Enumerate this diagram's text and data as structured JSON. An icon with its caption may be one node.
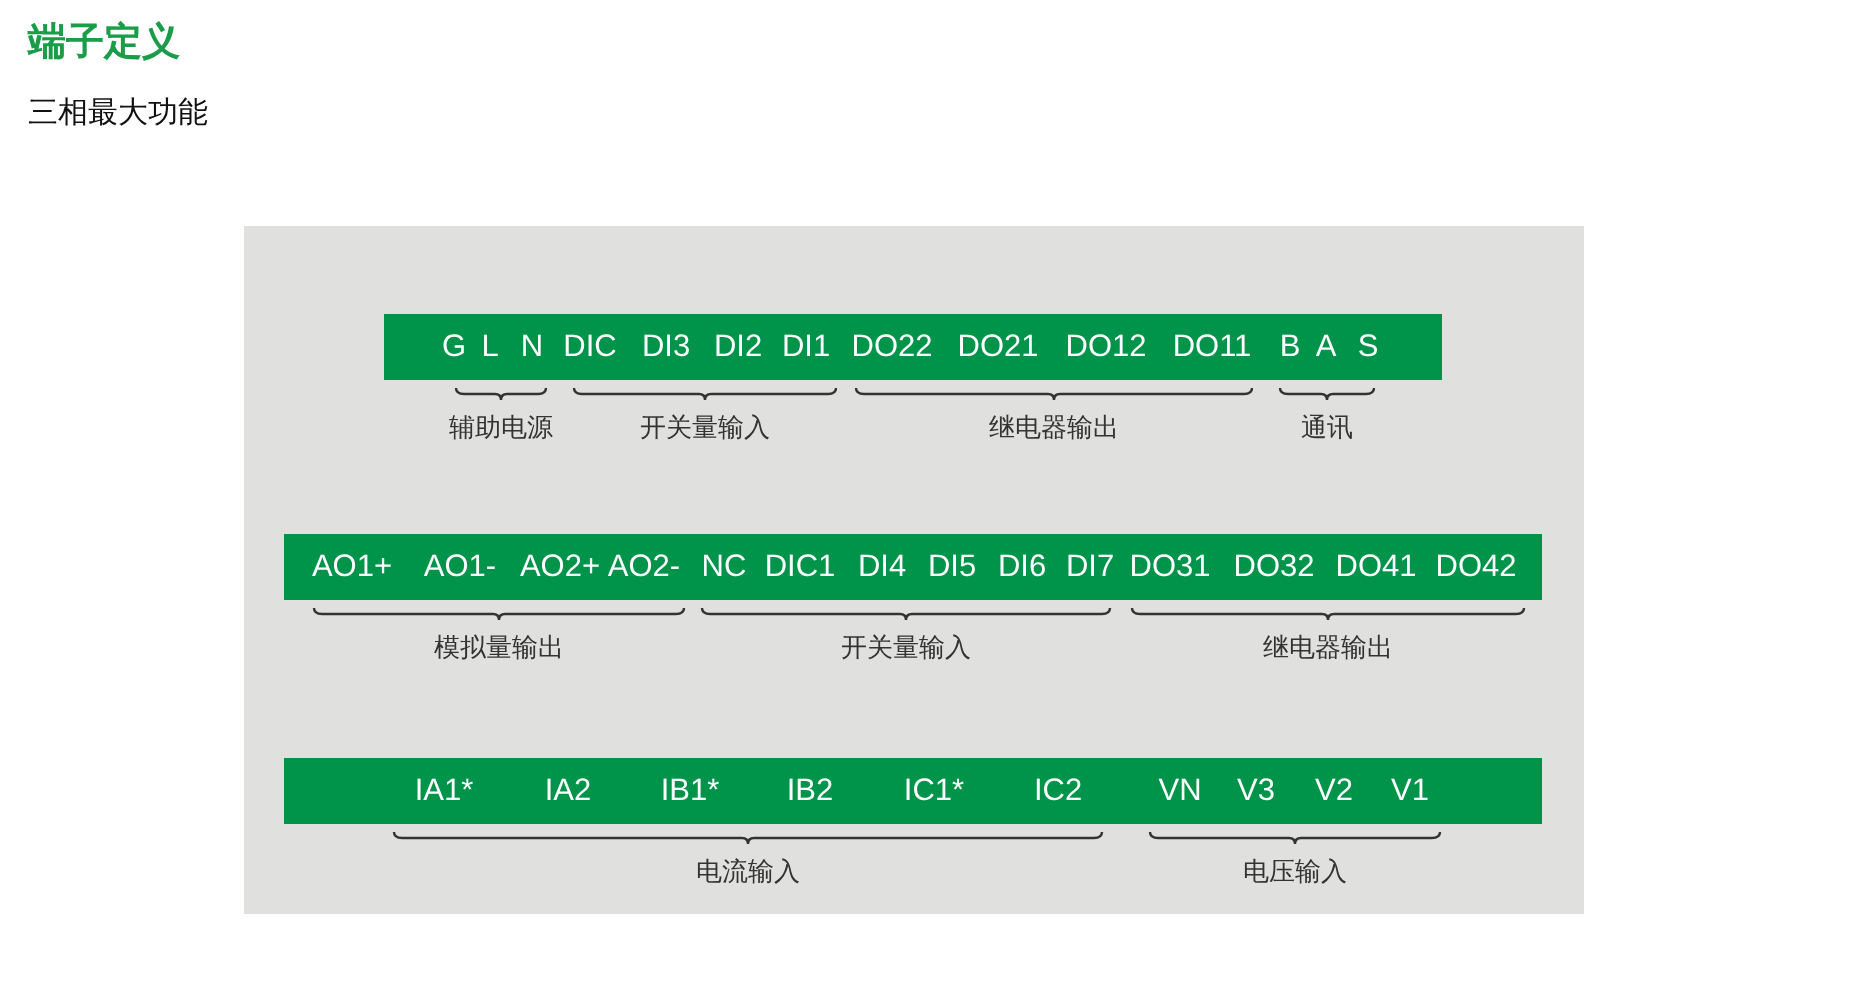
{
  "diagram": {
    "title": "端子定义",
    "caption": "三相最大功能",
    "nodes": [
      {
        "text": [
          "G",
          "L",
          "N",
          "DIC",
          "DI3",
          "DI2",
          "DI1",
          "DO22",
          "DO21",
          "DO12",
          "DO11",
          "B",
          "A",
          "S"
        ]
      },
      {
        "text": [
          "AO1+",
          "AO1-",
          "AO2+",
          "AO2-",
          "NC",
          "DIC1",
          "DI4",
          "DI5",
          "DI6",
          "DI7",
          "DO31",
          "DO32",
          "DO41",
          "DO42"
        ]
      },
      {
        "text": [
          "IA1*",
          "IA2",
          "IB1*",
          "IB2",
          "IC1*",
          "IC2",
          "VN",
          "V3",
          "V2",
          "V1"
        ]
      }
    ],
    "edges": [],
    "labels": [
      "辅助电源",
      "开关量输入",
      "继电器输出",
      "通讯",
      "模拟量输出",
      "开关量输入",
      "继电器输出",
      "电流输入",
      "电压输入"
    ]
  }
}
